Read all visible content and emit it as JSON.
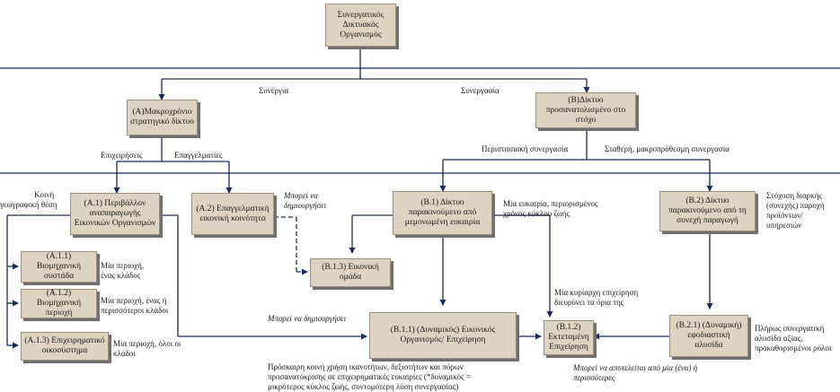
{
  "nodes": {
    "root": "Συνεργατικός Δικτυακός Οργανισμός",
    "a": "(Α)Μακροχρόνιο στρατηγικό δίκτυο",
    "b": "(Β)Δίκτυο προσανατολισμένο στο στόχο",
    "a1": "(Α.1) Περιβάλλον αναπαραγωγής Εικονικών Οργανισμών",
    "a2": "(Α.2) Επαγγελματική εικονική κοινότητα",
    "b1": "(Β.1) Δίκτυο παρακινούμενο από μεμονωμένη ευκαιρία",
    "b2": "(Β.2) Δίκτυο παρακινούμενο από τη συνεχή παραγωγή",
    "b13": "(Β.1.3) Εικονική ομάδα",
    "a11": "(Α.1.1) Βιομηχανική συστάδα",
    "a12": "(Α.1.2) Βιομηχανική περιοχή",
    "a13": "(Α.1.3) Επιχειρηματικό οικοσύστημα",
    "b11": "(Β.1.1) (Δυναμικός) Εικονικός Οργανισμός/ Επιχείρηση",
    "b12": "(Β.1.2) Εκτεταμένη Επιχείρηση",
    "b21": "(Β.2.1) (Δυναμική) εφοδιαστική αλυσίδα"
  },
  "labels": {
    "synergia": "Συνέργια",
    "synergasia": "Συνεργασία",
    "epixeiriseis": "Επιχειρήσεις",
    "epaggelmaties": "Επαγγελματίες",
    "peristasiaki": "Περιστασιακή συνεργασία",
    "statheri": "Σταθερή, μακροπρόθεσμη συνεργασία",
    "koini": "Κοινή",
    "geografiki": "γεωγραφική θέση",
    "a11_desc": "Μία περιοχή, ένας κλάδος",
    "a12_desc": "Μία περιοχή, ένας ή περισσότεροι κλάδοι",
    "a13_desc": "Μία περιοχή, όλοι οι κλάδοι",
    "b1_desc": "Μία ευκαιρία, περιορισμένος χρόνος κύκλου ζωής",
    "b2_desc": "Στόχοση διαρκής (συνεχής) παροχή προϊόντων/ υπηρεσιών",
    "b12_desc": "Μία κυρίαρχη επιχείρηση διευρύνει τα όρια της",
    "b21_desc": "Πλήρως συνεργατική αλυσίδα αξίας, προκαθορισμένοι ρόλοι",
    "b11_desc": "Πρόσκαιρη κοινή χρήση ικανοτήτων, δεξιοτήτων και πόρων προσανατόκρισης σε επιχειρηματικές ευκαιρίες (*δυναμικός = μικρότερος κύκλος ζωής, συντομότερη λύση συνεργασίας)"
  },
  "notes": {
    "a2_note": "Μπορεί να δημιουργήσει",
    "a1_note": "Μπορεί να δημιουργήσει",
    "b21_note": "Μπορεί να αποτελείται από μία (ένα) ή περισσότερες"
  }
}
